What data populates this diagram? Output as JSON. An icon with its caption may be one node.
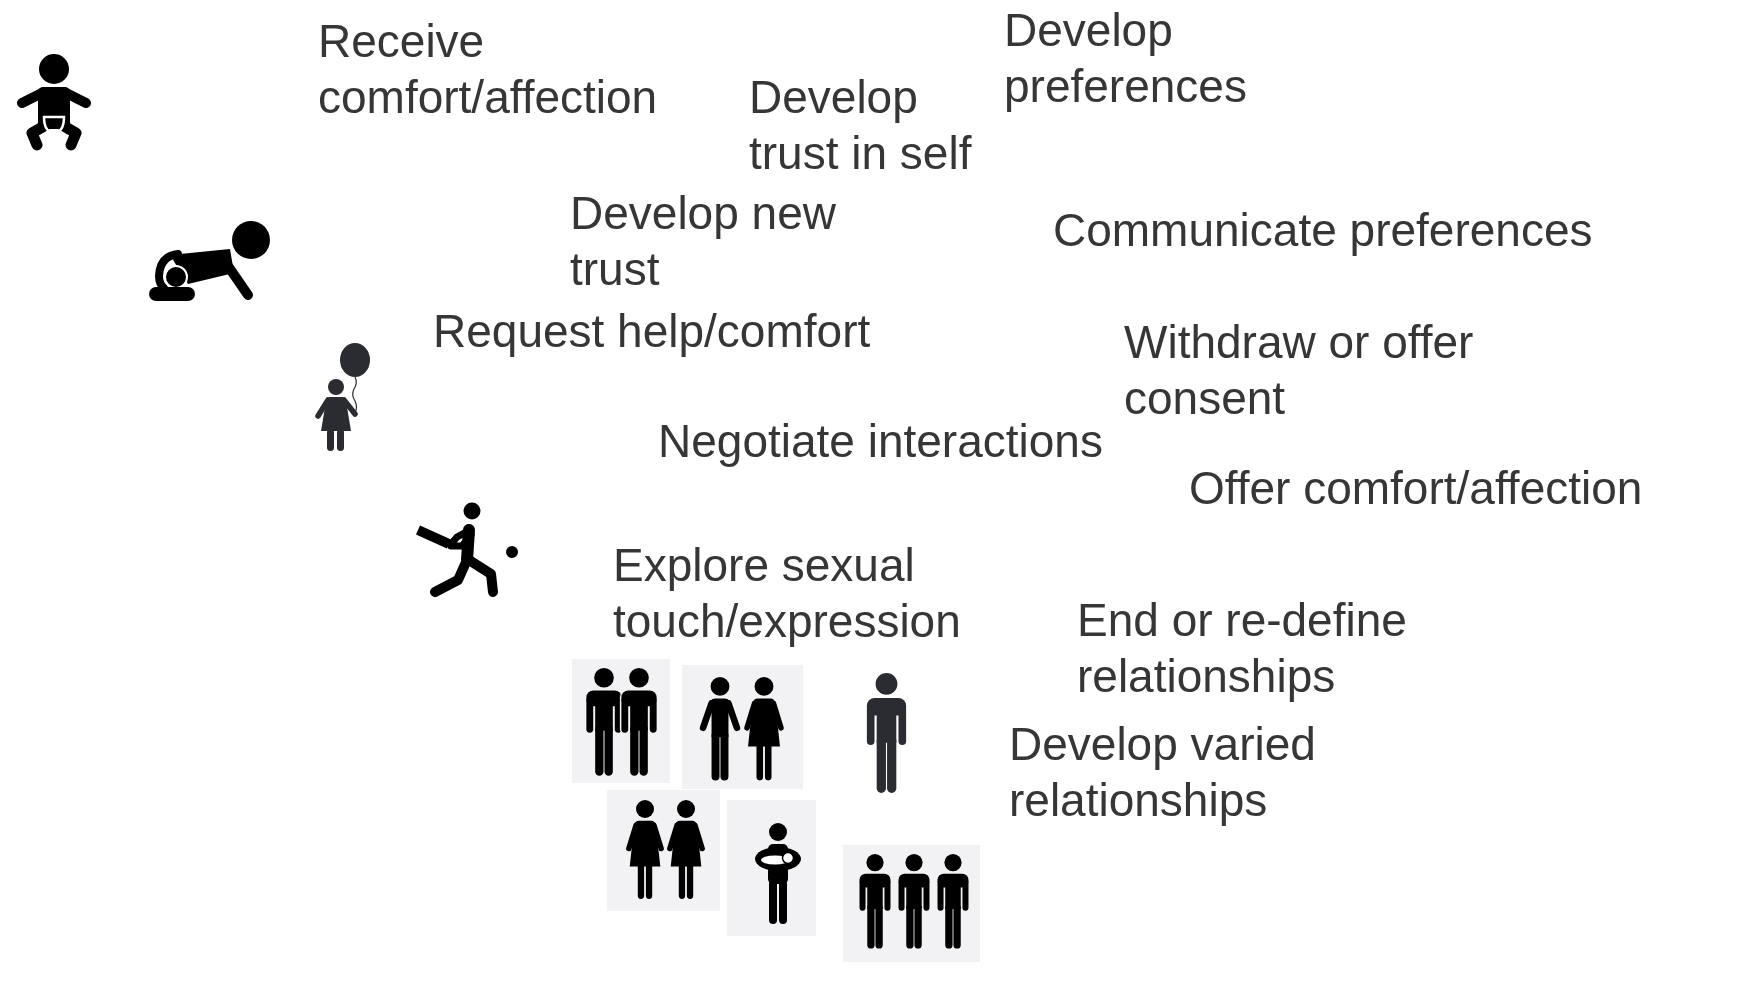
{
  "diagram": {
    "labels": [
      "Receive comfort/affection",
      "Develop preferences",
      "Develop trust in self",
      "Develop new trust",
      "Communicate preferences",
      "Request help/comfort",
      "Withdraw or offer consent",
      "Negotiate interactions",
      "Offer comfort/affection",
      "Explore sexual touch/expression",
      "End or re-define relationships",
      "Develop varied relationships"
    ]
  }
}
